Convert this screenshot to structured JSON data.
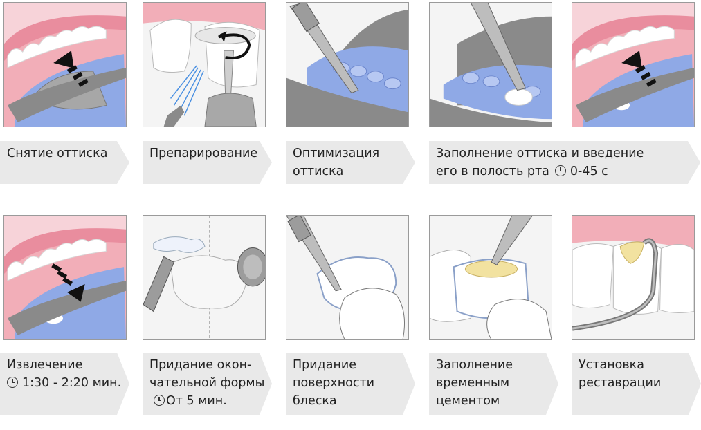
{
  "steps_row1": [
    {
      "id": "s1",
      "lines": [
        "Снятие оттиска"
      ]
    },
    {
      "id": "s2",
      "lines": [
        "Препарирование"
      ]
    },
    {
      "id": "s3",
      "lines": [
        "Оптимизация",
        "оттиска"
      ]
    },
    {
      "id": "s4",
      "lines": [
        "Заполнение оттиска и введение",
        "его в полость рта"
      ],
      "time": "0-45 с"
    },
    {
      "id": "s5",
      "lines": []
    }
  ],
  "steps_row2": [
    {
      "id": "s6",
      "lines": [
        "Извлечение"
      ],
      "time": "1:30 - 2:20 мин."
    },
    {
      "id": "s7",
      "lines": [
        "Придание окон-",
        "чательной формы"
      ],
      "time": "От 5 мин."
    },
    {
      "id": "s8",
      "lines": [
        "Придание",
        "поверхности",
        "блеска"
      ]
    },
    {
      "id": "s9",
      "lines": [
        "Заполнение",
        "временным",
        "цементом"
      ]
    },
    {
      "id": "s10",
      "lines": [
        "Установка",
        "реставрации"
      ]
    }
  ],
  "colors": {
    "gum": "#f2aeb8",
    "lip": "#f7d3d9",
    "tooth": "#ffffff",
    "impression": "#8fa9e6",
    "tray": "#8a8a8a",
    "instrument": "#9c9c9c",
    "cement": "#f2e2a0"
  }
}
